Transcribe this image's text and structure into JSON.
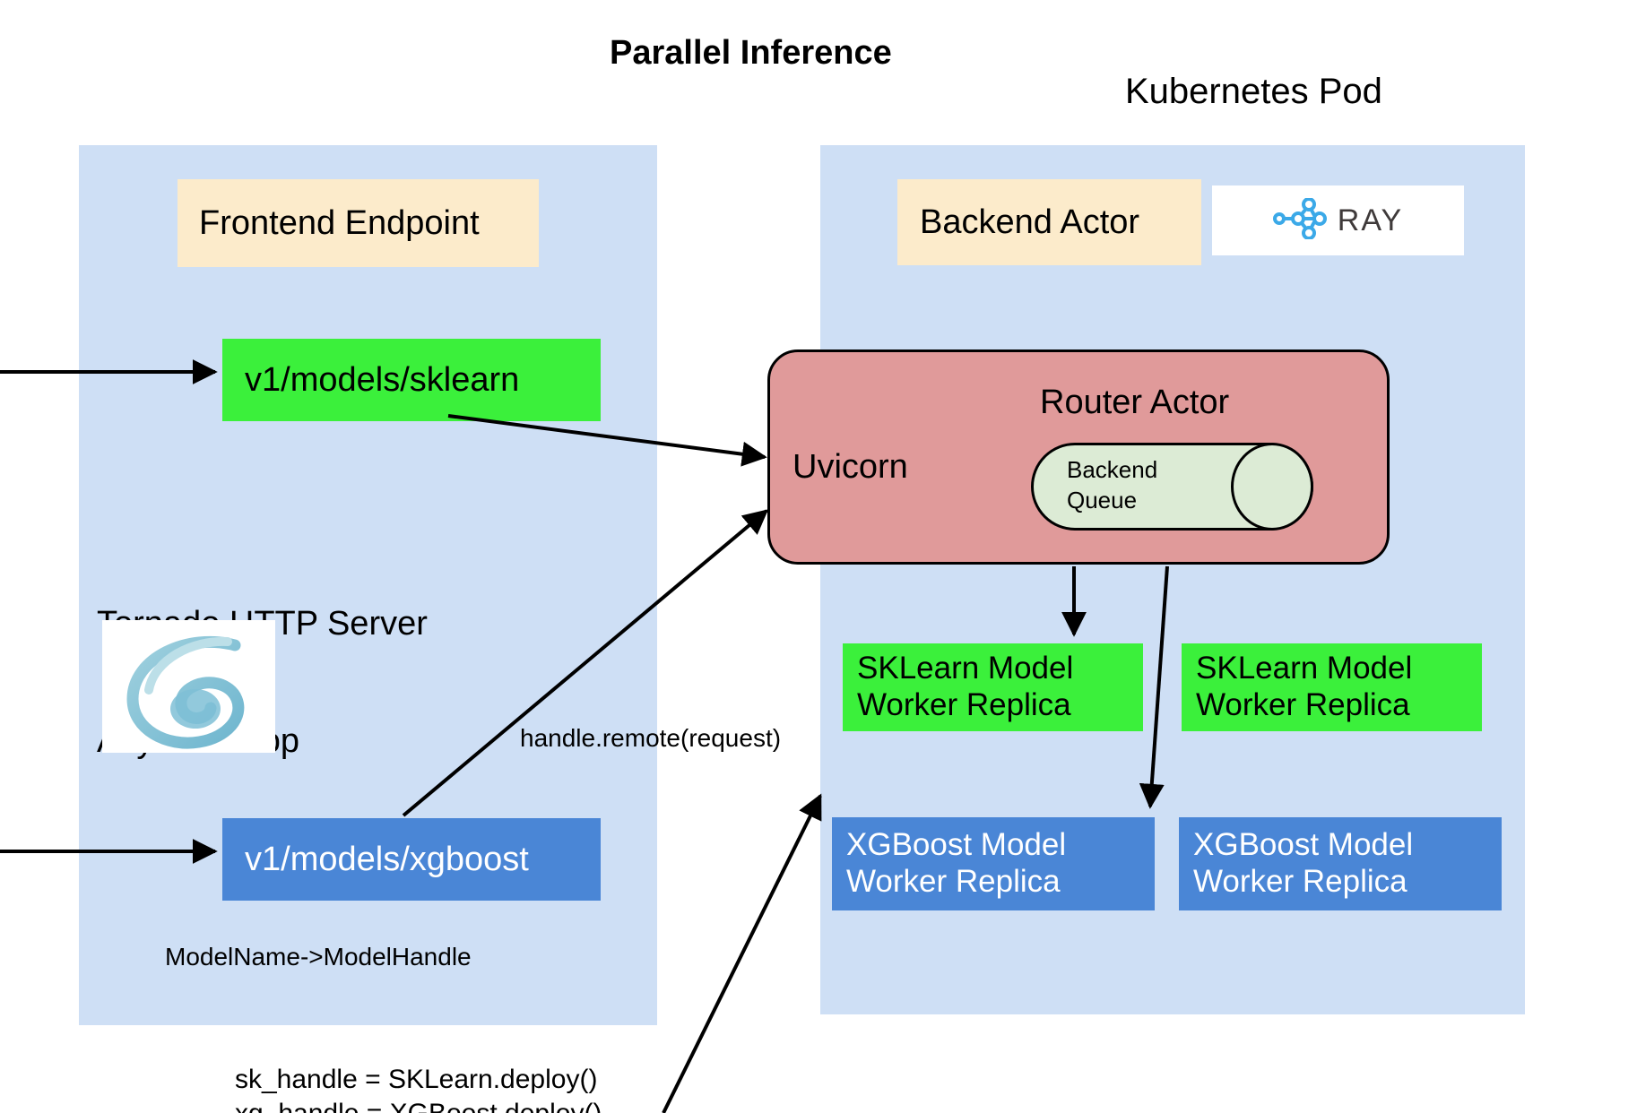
{
  "titles": {
    "main": "Parallel Inference",
    "pod": "Kubernetes Pod"
  },
  "frontend_panel": {
    "name": "Frontend Endpoint Panel",
    "header_box": "Frontend Endpoint",
    "endpoints": [
      {
        "label": "v1/models/sklearn",
        "color": "#3bf03b",
        "text_color": "#000000"
      },
      {
        "label": "v1/models/xgboost",
        "color": "#4a86d6",
        "text_color": "#ffffff"
      }
    ],
    "server_note_line1": "Tornado HTTP Server",
    "server_note_line2": "AsyncIO loop",
    "server_logo": "tornado-logo",
    "mapping_note": "ModelName->ModelHandle"
  },
  "pod_panel": {
    "name": "Kubernetes Pod Panel",
    "header_box": "Backend Actor",
    "logo_text": "RAY",
    "logo_icon": "ray-nodes-icon",
    "router": {
      "title": "Router Actor",
      "server_label": "Uvicorn",
      "queue_line1": "Backend",
      "queue_line2": "Queue",
      "fill": "#e09a9a",
      "queue_fill": "#dcebd5"
    },
    "workers": [
      {
        "line1": "SKLearn Model",
        "line2": "Worker Replica",
        "color": "#3bf03b",
        "text_color": "#000000"
      },
      {
        "line1": "SKLearn Model",
        "line2": "Worker Replica",
        "color": "#3bf03b",
        "text_color": "#000000"
      },
      {
        "line1": "XGBoost Model",
        "line2": "Worker Replica",
        "color": "#4a86d6",
        "text_color": "#ffffff"
      },
      {
        "line1": "XGBoost Model",
        "line2": "Worker Replica",
        "color": "#4a86d6",
        "text_color": "#ffffff"
      }
    ]
  },
  "annotations": {
    "handle_remote": "handle.remote(request)",
    "deploy_code": "sk_handle = SKLearn.deploy()\nxg_handle = XGBoost.deploy()"
  },
  "colors": {
    "panel": "#cedff5",
    "cream": "#fcebcb",
    "green": "#3bf03b",
    "blue": "#4a86d6",
    "router_pink": "#e09a9a",
    "queue_green": "#dcebd5",
    "ray_blue": "#3ba9e8",
    "arrow": "#000000",
    "background": "#ffffff"
  }
}
